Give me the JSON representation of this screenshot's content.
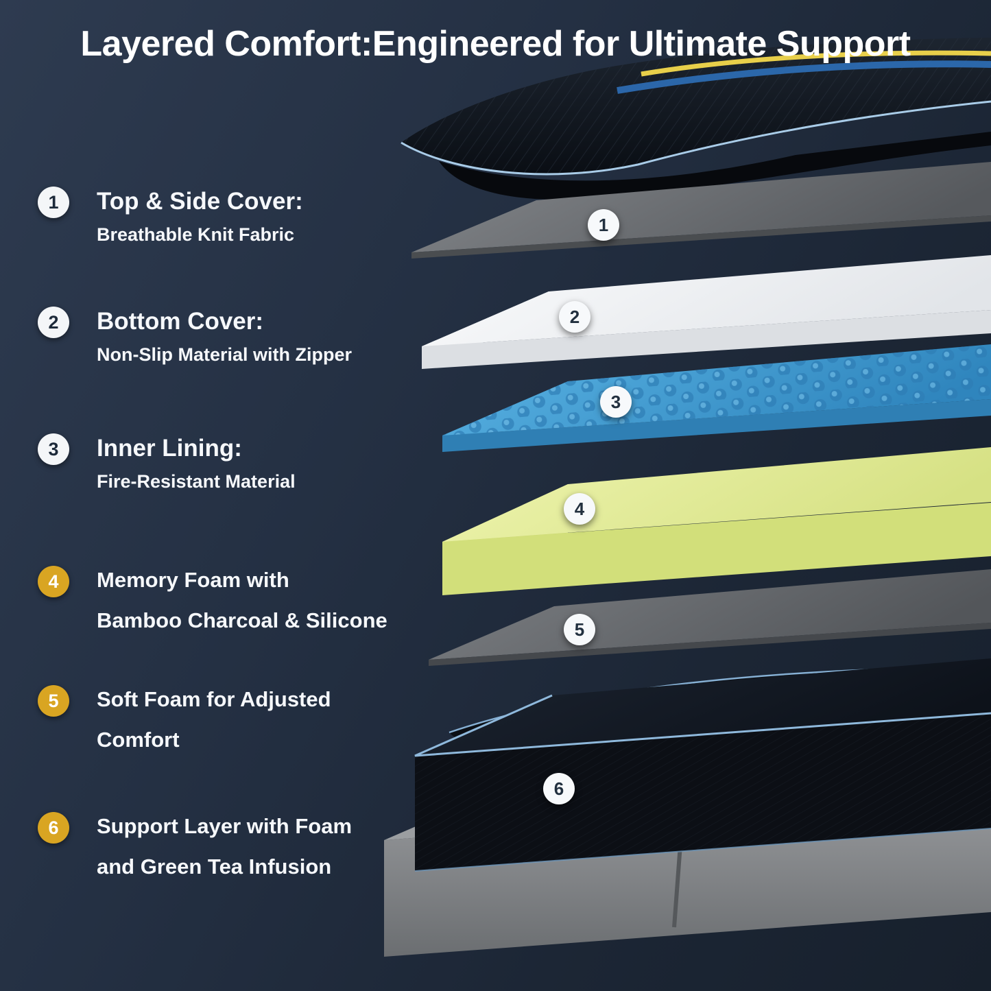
{
  "title": "Layered Comfort:Engineered for Ultimate Support",
  "legend": [
    {
      "num": "1",
      "badge_style": "white",
      "line1": "Top & Side Cover:",
      "line2": "Breathable Knit Fabric"
    },
    {
      "num": "2",
      "badge_style": "white",
      "line1": "Bottom Cover:",
      "line2": "Non-Slip Material with Zipper"
    },
    {
      "num": "3",
      "badge_style": "white",
      "line1": "Inner Lining:",
      "line2": "Fire-Resistant Material"
    },
    {
      "num": "4",
      "badge_style": "gold",
      "line1": "Memory Foam with",
      "line2": "Bamboo Charcoal & Silicone"
    },
    {
      "num": "5",
      "badge_style": "gold",
      "line1": "Soft Foam for Adjusted",
      "line2": "Comfort"
    },
    {
      "num": "6",
      "badge_style": "gold",
      "line1": "Support Layer with Foam",
      "line2": "and Green Tea Infusion"
    }
  ],
  "diagram": {
    "markers": [
      "1",
      "2",
      "3",
      "4",
      "5",
      "6"
    ],
    "layers": [
      {
        "marker": "1",
        "name": "top-and-side-cover",
        "material": "Breathable Knit Fabric",
        "color": "#14191f"
      },
      {
        "marker": "1",
        "name": "gray-cover-sheet",
        "material": "Cover sheet",
        "color": "#75787c"
      },
      {
        "marker": "2",
        "name": "bottom-cover",
        "material": "Non-Slip Material with Zipper",
        "color": "#f2f3f5"
      },
      {
        "marker": "3",
        "name": "inner-lining",
        "material": "Fire-Resistant Material",
        "color": "#45a7de"
      },
      {
        "marker": "4",
        "name": "memory-foam",
        "material": "Bamboo Charcoal & Silicone",
        "color": "#dfe896"
      },
      {
        "marker": "5",
        "name": "soft-foam",
        "material": "Soft Foam for Adjusted Comfort",
        "color": "#6e7control"
      },
      {
        "marker": "6",
        "name": "support-layer",
        "material": "Foam and Green Tea Infusion",
        "color": "#0c0f15"
      }
    ],
    "base": {
      "name": "foundation",
      "color": "#8e9194"
    }
  },
  "palette": {
    "background": "#222e3e",
    "badge_white": "#f4f6f8",
    "badge_gold": "#d9a522",
    "text": "#ffffff",
    "layer_gray": "#75787c",
    "layer_white": "#f2f3f5",
    "layer_blue": "#45a7de",
    "layer_yellow": "#dfe896",
    "layer_dark": "#0d1118",
    "piping_blue": "#8fb9dc",
    "accent_yellow": "#e8cf4a",
    "base_gray": "#8e9194"
  }
}
